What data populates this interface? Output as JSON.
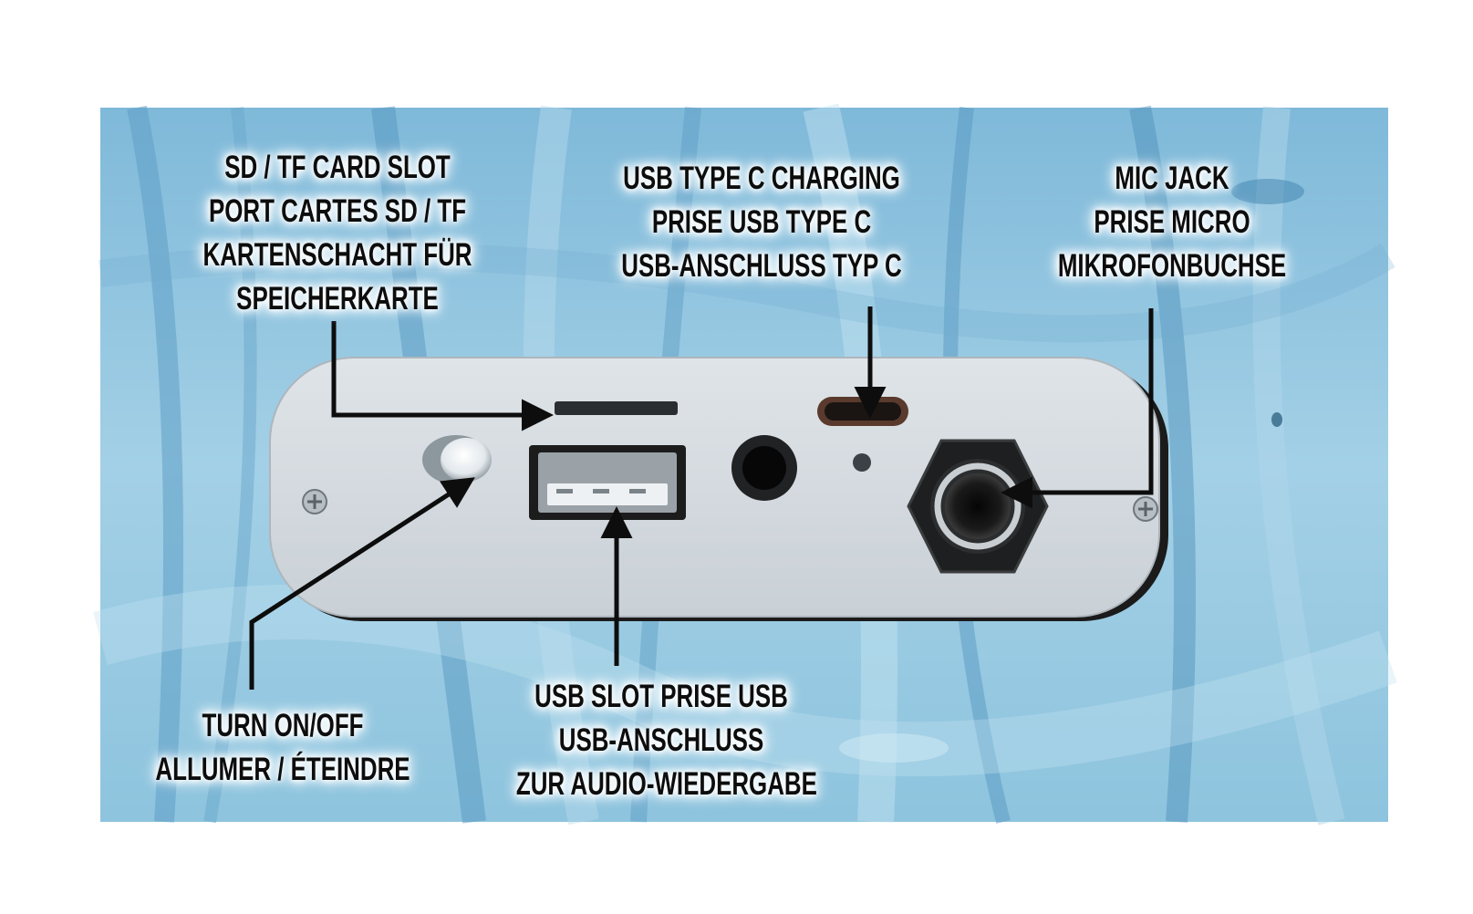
{
  "labels": {
    "sd_slot": {
      "line1": "SD / TF CARD SLOT",
      "line2": "PORT CARTES SD / TF",
      "line3": "KARTENSCHACHT FÜR",
      "line4": "SPEICHERKARTE"
    },
    "usb_c": {
      "line1": "USB TYPE C CHARGING",
      "line2": "PRISE USB TYPE C",
      "line3": "USB-ANSCHLUSS TYP C"
    },
    "mic_jack": {
      "line1": "MIC JACK",
      "line2": "PRISE MICRO",
      "line3": "MIKROFONBUCHSE"
    },
    "power": {
      "line1": "TURN ON/OFF",
      "line2": "ALLUMER / ÉTEINDRE"
    },
    "usb_slot": {
      "line1": "USB SLOT PRISE USB",
      "line2": "USB-ANSCHLUSS",
      "line3": "ZUR AUDIO-WIEDERGABE"
    }
  },
  "colors": {
    "background_blue": "#8fc3de",
    "panel_gray": "#d5dbe0",
    "label_text": "#0d0d0d"
  }
}
